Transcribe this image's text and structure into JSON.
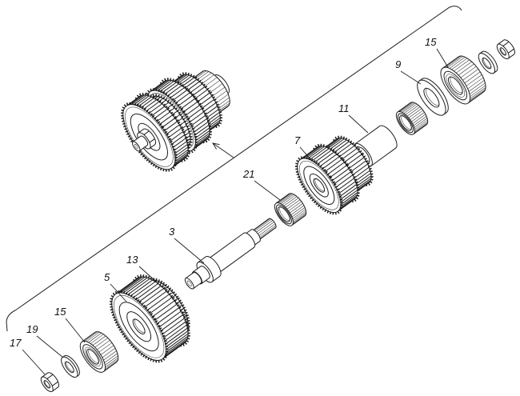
{
  "part_labels": [
    "15",
    "9",
    "11",
    "7",
    "21",
    "3",
    "13",
    "5",
    "15",
    "19",
    "17"
  ]
}
